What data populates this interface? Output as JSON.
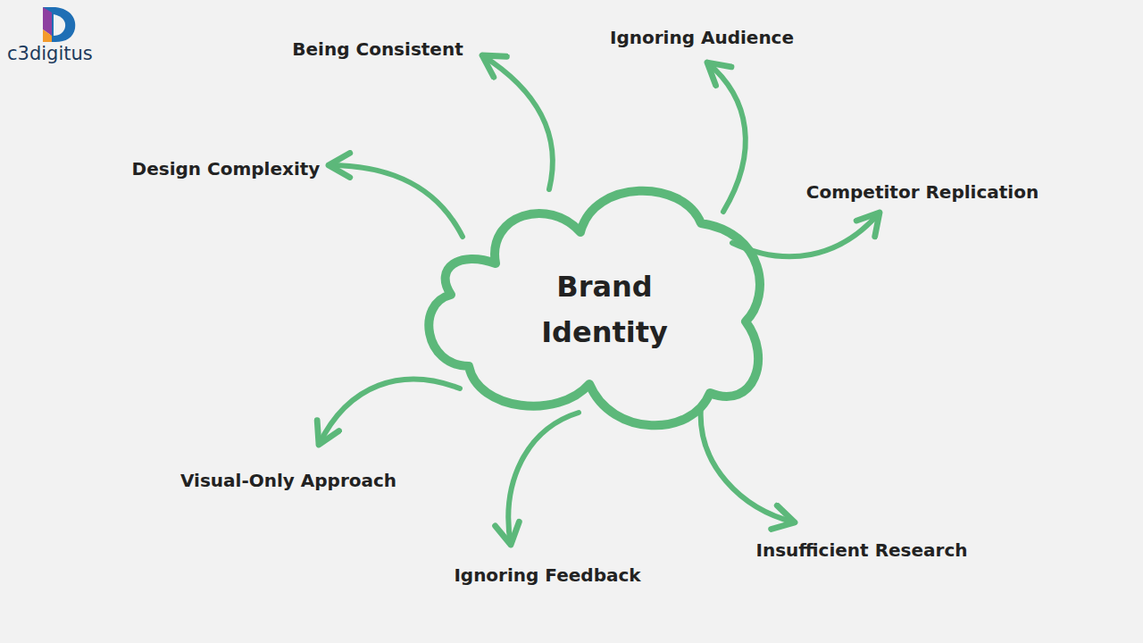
{
  "diagram": {
    "nodes": [
      {
        "text": [
          "Brand Identity"
        ]
      }
    ],
    "labels": [
      "c3digitus",
      "Being Consistent",
      "Ignoring Audience",
      "Design Complexity",
      "Competitor Replication",
      "Visual-Only Approach",
      "Insufficient Research",
      "Ignoring Feedback"
    ]
  }
}
